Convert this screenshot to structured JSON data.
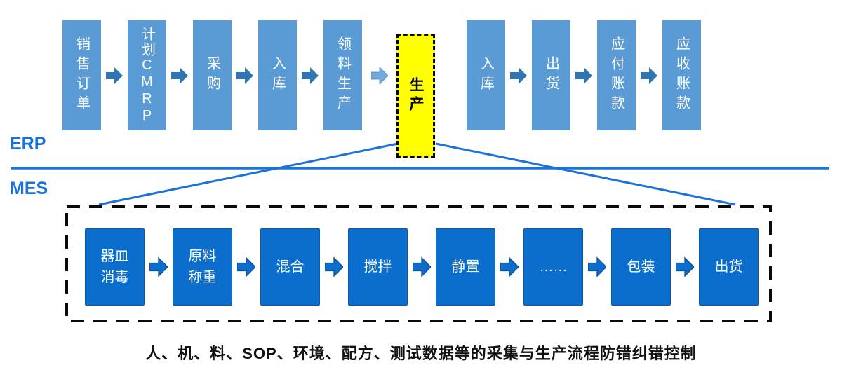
{
  "side_labels": {
    "erp": "ERP",
    "mes": "MES"
  },
  "erp_flow": {
    "stages": [
      {
        "label": "销售订单",
        "arrow_after": "dark"
      },
      {
        "label": "计划CMRP",
        "compact": true,
        "arrow_after": "dark"
      },
      {
        "label": "采购",
        "arrow_after": "dark"
      },
      {
        "label": "入库",
        "arrow_after": "dark"
      },
      {
        "label": "领料生产",
        "arrow_after": "light"
      },
      {
        "label": "生产",
        "highlight": true,
        "arrow_after": "none"
      },
      {
        "label": "入库",
        "arrow_after": "dark"
      },
      {
        "label": "出货",
        "arrow_after": "dark"
      },
      {
        "label": "应付账款",
        "arrow_after": "dark"
      },
      {
        "label": "应收账款",
        "arrow_after": null
      }
    ]
  },
  "mes_flow": {
    "stages": [
      {
        "label": "器皿\n消毒"
      },
      {
        "label": "原料\n称重"
      },
      {
        "label": "混合"
      },
      {
        "label": "搅拌"
      },
      {
        "label": "静置"
      },
      {
        "label": "……"
      },
      {
        "label": "包装"
      },
      {
        "label": "出货"
      }
    ]
  },
  "caption": "人、机、料、SOP、环境、配方、测试数据等的采集与生产流程防错纠错控制",
  "colors": {
    "erp_box_blue": "#5B9BD5",
    "erp_arrow_blue": "#2E75B6",
    "erp_arrow_light": "#74A9DE",
    "mes_box_blue": "#0B6ECD",
    "mes_box_border": "#0A58A6",
    "highlight_yellow": "#FFFF00",
    "line_blue": "#1B72D8",
    "caption_black": "#111111"
  }
}
